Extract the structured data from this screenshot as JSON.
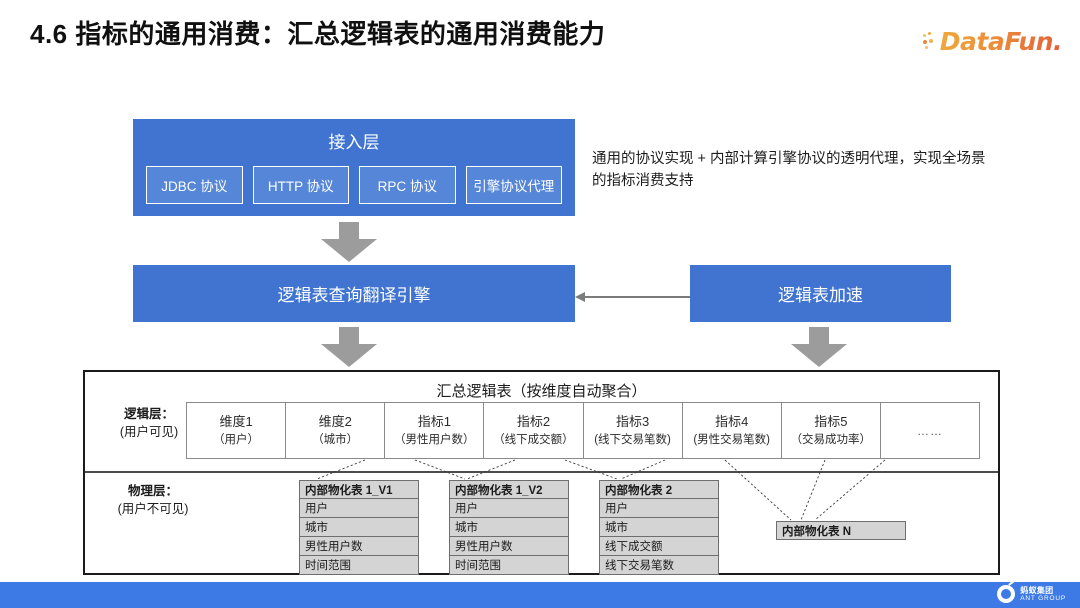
{
  "page_title": "4.6 指标的通用消费：汇总逻辑表的通用消费能力",
  "brand": {
    "datafun": "DataFun.",
    "footer_cn": "蚂蚁集团",
    "footer_en": "ANT GROUP"
  },
  "colors": {
    "blue_box": "#4074d0",
    "chip_fill": "#5686d8",
    "arrow_grey": "#9c9c9c",
    "footer_blue": "#3d7ae6",
    "phys_fill": "#d4d4d4"
  },
  "access_layer": {
    "title": "接入层",
    "protocols": [
      {
        "label": "JDBC 协议"
      },
      {
        "label": "HTTP 协议"
      },
      {
        "label": "RPC 协议"
      },
      {
        "label": "引擎协议代理"
      }
    ]
  },
  "note": "通用的协议实现 + 内部计算引擎协议的透明代理，实现全场景的指标消费支持",
  "engine_box": "逻辑表查询翻译引擎",
  "accel_box": "逻辑表加速",
  "summary": {
    "title": "汇总逻辑表（按维度自动聚合）",
    "logical_label_main": "逻辑层：",
    "logical_label_sub": "(用户可见)",
    "physical_label_main": "物理层：",
    "physical_label_sub": "(用户不可见)",
    "logical_columns": [
      {
        "name": "维度1",
        "desc": "（用户）"
      },
      {
        "name": "维度2",
        "desc": "（城市）"
      },
      {
        "name": "指标1",
        "desc": "（男性用户数）"
      },
      {
        "name": "指标2",
        "desc": "（线下成交额）"
      },
      {
        "name": "指标3",
        "desc": "(线下交易笔数)"
      },
      {
        "name": "指标4",
        "desc": "(男性交易笔数)"
      },
      {
        "name": "指标5",
        "desc": "（交易成功率）"
      },
      {
        "name": "",
        "desc": "……"
      }
    ],
    "physical_tables": [
      {
        "name": "内部物化表 1_V1",
        "fields": [
          "用户",
          "城市",
          "男性用户数",
          "时间范围"
        ]
      },
      {
        "name": "内部物化表 1_V2",
        "fields": [
          "用户",
          "城市",
          "男性用户数",
          "时间范围"
        ]
      },
      {
        "name": "内部物化表 2",
        "fields": [
          "用户",
          "城市",
          "线下成交额",
          "线下交易笔数"
        ]
      }
    ],
    "physical_table_n": "内部物化表 N"
  }
}
